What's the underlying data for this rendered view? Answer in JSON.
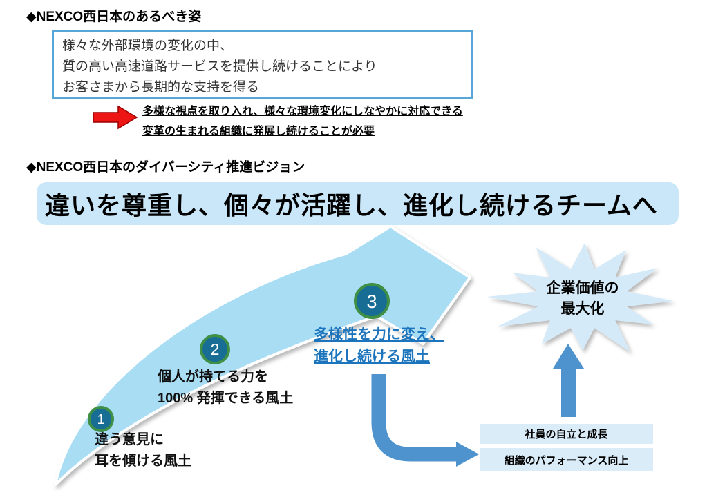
{
  "page": {
    "heading1": "◆NEXCO西日本のあるべき姿",
    "heading2": "◆NEXCO西日本のダイバーシティ推進ビジョン"
  },
  "ideal_box": {
    "lines": [
      "様々な外部環境の変化の中、",
      "質の高い高速道路サービスを提供し続けることにより",
      "お客さまから長期的な支持を得る"
    ]
  },
  "necessity": {
    "lines": [
      "多様な視点を取り入れ、様々な環境変化にしなやかに対応できる",
      "変革の生まれる組織に発展し続けることが必要"
    ]
  },
  "vision_banner": {
    "text": "違いを尊重し、個々が活躍し、進化し続けるチームへ"
  },
  "steps": [
    {
      "number": "1",
      "label_lines": [
        "違う意見に",
        "耳を傾ける風土"
      ]
    },
    {
      "number": "2",
      "label_lines": [
        "個人が持てる力を",
        "100% 発揮できる風土"
      ]
    },
    {
      "number": "3",
      "label_lines": [
        "多様性を力に変え、",
        "進化し続ける風土"
      ]
    }
  ],
  "outcome": {
    "burst_lines": [
      "企業価値の",
      "最大化"
    ]
  },
  "result_boxes": [
    {
      "label": "社員の自立と成長"
    },
    {
      "label": "組織のパフォーマンス向上"
    }
  ],
  "colors": {
    "swoosh_arrow_fill": "#a8ddf4",
    "banner_fill": "#c9e7f8",
    "starburst_fill": "#d5eaf8",
    "result_box_fill": "#daecf8",
    "connector_blue": "#4f93ce",
    "ideal_box_border": "#56a7d8",
    "step_circle_fill": "#176d94",
    "step_circle_border": "#3f8f45",
    "red_arrow": "#ee1515",
    "step3_text_blue": "#1c75bc"
  }
}
